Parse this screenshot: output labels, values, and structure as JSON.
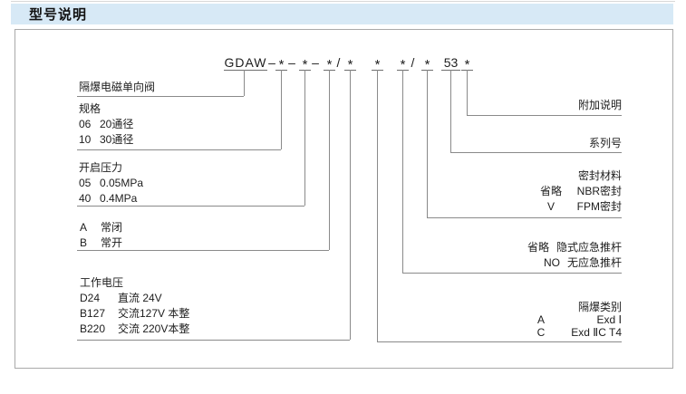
{
  "header": {
    "title": "型号说明"
  },
  "model_code": {
    "parts": [
      "GDAW",
      "–",
      "*",
      "–",
      "*",
      "–",
      "*",
      "/",
      "*",
      "*",
      "*",
      "/",
      "*",
      "53",
      "*"
    ]
  },
  "left_sections": {
    "valve_name": {
      "title": "隔爆电磁单向阀"
    },
    "spec": {
      "title": "规格",
      "items": [
        {
          "code": "06",
          "desc": "20通径"
        },
        {
          "code": "10",
          "desc": "30通径"
        }
      ]
    },
    "pressure": {
      "title": "开启压力",
      "items": [
        {
          "code": "05",
          "desc": "0.05MPa"
        },
        {
          "code": "40",
          "desc": "0.4MPa"
        }
      ]
    },
    "state": {
      "items": [
        {
          "code": "A",
          "desc": "常闭"
        },
        {
          "code": "B",
          "desc": "常开"
        }
      ]
    },
    "voltage": {
      "title": "工作电压",
      "items": [
        {
          "code": "D24",
          "desc": "直流 24V"
        },
        {
          "code": "B127",
          "desc": "交流127V 本整"
        },
        {
          "code": "B220",
          "desc": "交流 220V本整"
        }
      ]
    }
  },
  "right_sections": {
    "addendum": {
      "title": "附加说明"
    },
    "series": {
      "title": "系列号"
    },
    "seal": {
      "title": "密封材料",
      "items": [
        {
          "code": "省略",
          "desc": "NBR密封"
        },
        {
          "code": "V",
          "desc": "FPM密封"
        }
      ]
    },
    "rod": {
      "items": [
        {
          "code": "省略",
          "desc": "隐式应急推杆"
        },
        {
          "code": "NO",
          "desc": "无应急推杆"
        }
      ]
    },
    "explosion": {
      "title": "隔爆类别",
      "items": [
        {
          "code": "A",
          "desc": "Exd Ⅰ"
        },
        {
          "code": "C",
          "desc": "Exd ⅡC T4"
        }
      ]
    }
  },
  "colors": {
    "header_bg": "#d7e9f6",
    "line": "#8a8a8a",
    "text": "#1d1d1d",
    "box_border": "#a9a9a9"
  }
}
